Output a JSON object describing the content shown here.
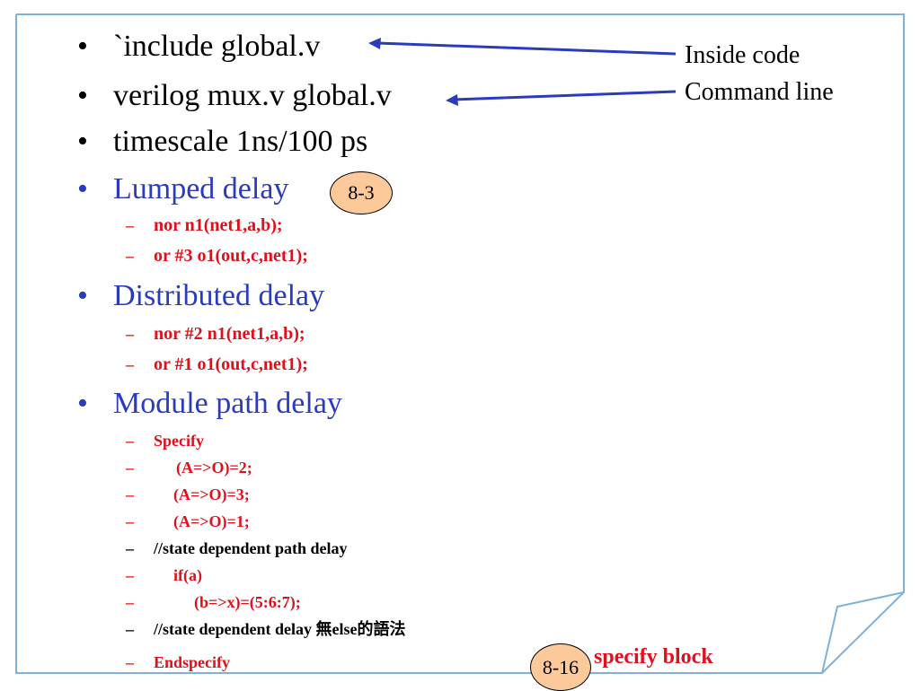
{
  "colors": {
    "frame": "#7fb2d8",
    "arrow": "#2a3bbd",
    "black_text": "#000000",
    "blue_text": "#2a3bbd",
    "red_text": "#e0101a",
    "badge_fill": "#fcc99a"
  },
  "bullets": [
    {
      "text": "`include global.v"
    },
    {
      "text": "verilog mux.v global.v"
    },
    {
      "text": "timescale 1ns/100 ps"
    },
    {
      "text": "Lumped delay"
    },
    {
      "text": "Distributed delay"
    },
    {
      "text": "Module path delay"
    }
  ],
  "lumped": [
    "nor n1(net1,a,b);",
    "or #3 o1(out,c,net1);"
  ],
  "distributed": [
    "nor #2 n1(net1,a,b);",
    "or #1 o1(out,c,net1);"
  ],
  "module_path": [
    "Specify",
    "(A=>O)=2;",
    "(A=>O)=3;",
    "(A=>O)=1;",
    "//state dependent path delay",
    "if(a)",
    "(b=>x)=(5:6:7);",
    "//state dependent delay 無else的語法",
    "Endspecify"
  ],
  "annotations": {
    "inside_code": "Inside code",
    "command_line": "Command line",
    "badge_lumped": "8-3",
    "badge_specify": "8-16",
    "specify_block": "specify block"
  },
  "bullet_glyph": "•",
  "dash_glyph": "–"
}
